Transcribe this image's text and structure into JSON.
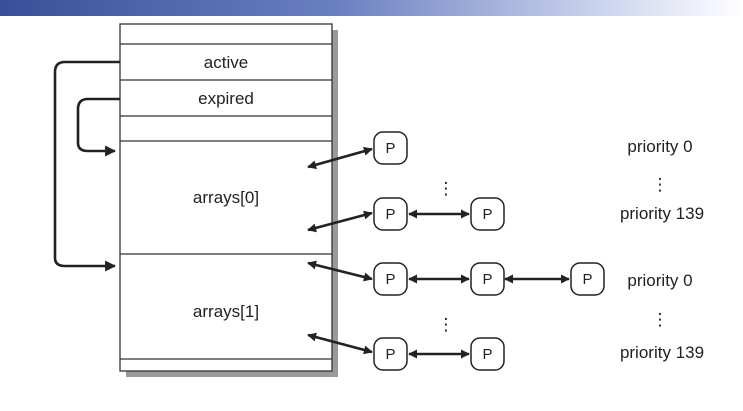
{
  "struct": {
    "active_label": "active",
    "expired_label": "expired",
    "array0_label": "arrays[0]",
    "array1_label": "arrays[1]"
  },
  "process_label": "P",
  "priorities": {
    "a0_top": "priority 0",
    "a0_bottom": "priority 139",
    "a1_top": "priority 0",
    "a1_bottom": "priority 139"
  },
  "ellipsis": "⋮",
  "colors": {
    "header_bar_start": "#3a4f99",
    "header_bar_end": "#ffffff",
    "ink": "#222222"
  }
}
